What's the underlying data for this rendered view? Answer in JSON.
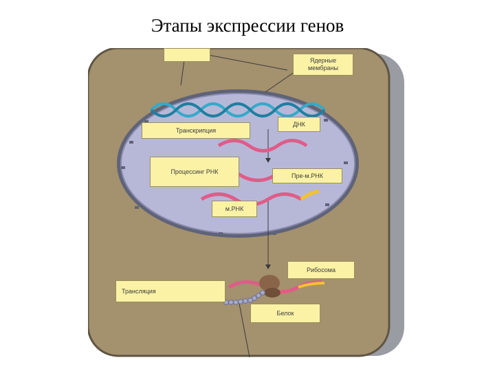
{
  "title": "Этапы экспрессии генов",
  "labels": {
    "nuclear_membranes": "Ядерные мембраны",
    "dna": "ДНК",
    "transcription": "Транскрипция",
    "rna_processing": "Процессинг РНК",
    "pre_mrna": "Пре-м.РНК",
    "mrna": "м.РНК",
    "ribosome": "Рибосома",
    "translation": "Трансляция",
    "protein": "Белок"
  },
  "colors": {
    "cytoplasm": "#a4916e",
    "nucleus": "#b7b8d8",
    "label_fill": "#fbf2a6",
    "dna_strand": "#35a9c9",
    "rna_strand": "#e05c88",
    "rna_tail": "#f2c230",
    "ribosome": "#8a6448",
    "protein_bead": "#a5aacb"
  }
}
